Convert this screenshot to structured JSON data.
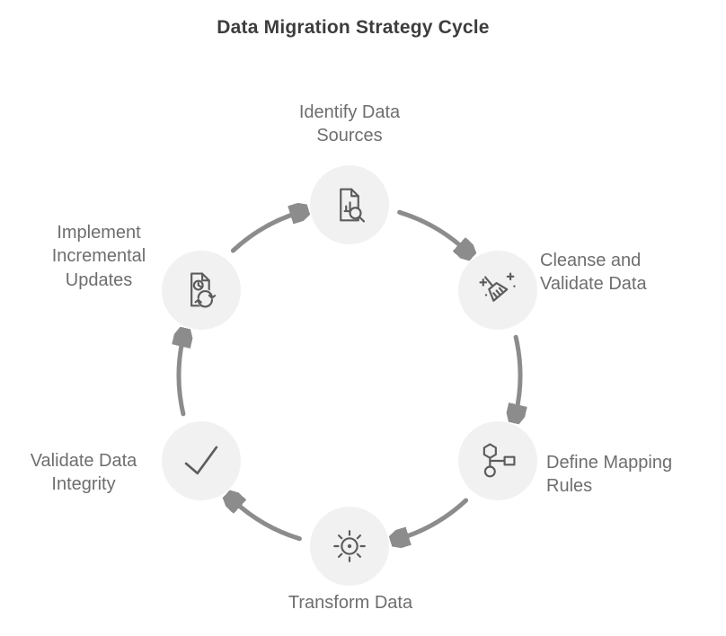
{
  "title": "Data Migration Strategy Cycle",
  "diagram": {
    "type": "cycle",
    "direction": "clockwise",
    "steps": [
      {
        "label": "Identify Data\nSources",
        "icon": "document-search-icon"
      },
      {
        "label": "Cleanse and\nValidate Data",
        "icon": "broom-sparkles-icon"
      },
      {
        "label": "Define Mapping\nRules",
        "icon": "flowchart-icon"
      },
      {
        "label": "Transform Data",
        "icon": "transform-gear-icon"
      },
      {
        "label": "Validate Data\nIntegrity",
        "icon": "checkmark-icon"
      },
      {
        "label": "Implement\nIncremental\nUpdates",
        "icon": "document-refresh-icon"
      }
    ],
    "colors": {
      "background": "#ffffff",
      "node_fill": "#f1f1f2",
      "arrow": "#8c8c8c",
      "icon_stroke": "#5c5c5c",
      "label_text": "#6e6e6e",
      "title_text": "#3d3d3d"
    }
  }
}
